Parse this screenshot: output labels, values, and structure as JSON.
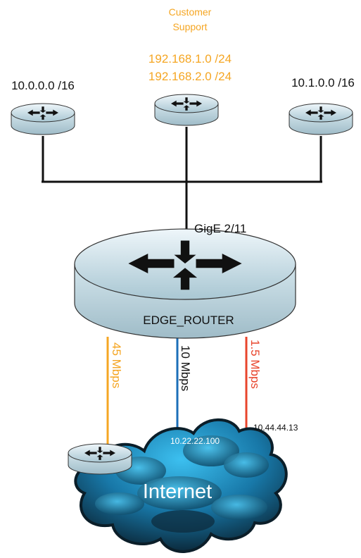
{
  "diagram": {
    "top_routers": {
      "left": {
        "subnet": "10.0.0.0 /16"
      },
      "center": {
        "group_line1": "Customer",
        "group_line2": "Support",
        "subnet_line1": "192.168.1.0 /24",
        "subnet_line2": "192.168.2.0 /24"
      },
      "right": {
        "subnet": "10.1.0.0 /16"
      }
    },
    "uplink": {
      "interface": "GigE 2/11"
    },
    "edge_router": {
      "name": "EDGE_ROUTER"
    },
    "links": [
      {
        "bandwidth": "45 Mbps",
        "color": "#f5a623"
      },
      {
        "bandwidth": "10 Mbps",
        "color": "#1b6fb8"
      },
      {
        "bandwidth": "1.5 Mbps",
        "color": "#e8452c"
      }
    ],
    "addresses": {
      "blue": "10.22.22.100",
      "red": "10.44.44.13"
    },
    "cloud": {
      "label": "Internet"
    },
    "colors": {
      "orange": "#f5a623",
      "blue": "#1b6fb8",
      "red": "#e8452c",
      "router_face": "#c8dde6",
      "cloud_dark": "#0d2230",
      "cloud_light": "#2aa3d8"
    }
  }
}
